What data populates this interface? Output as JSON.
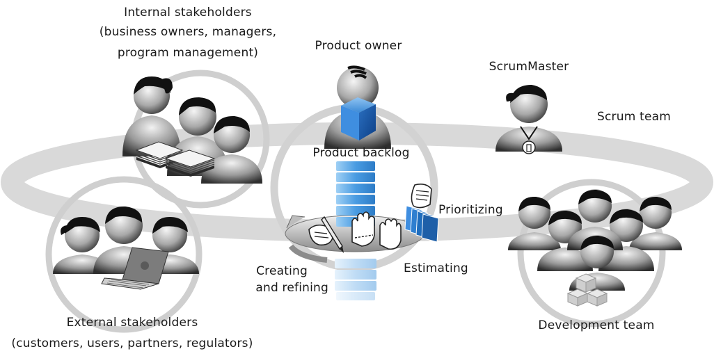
{
  "labels": {
    "internal_title": "Internal stakeholders",
    "internal_sub1": "(business owners, managers,",
    "internal_sub2": "program management)",
    "product_owner": "Product owner",
    "scrum_master": "ScrumMaster",
    "scrum_team": "Scrum team",
    "product_backlog": "Product backlog",
    "prioritizing": "Prioritizing",
    "creating_1": "Creating",
    "creating_2": "and refining",
    "estimating": "Estimating",
    "external_title": "External stakeholders",
    "external_sub": "(customers, users, partners, regulators)",
    "development_team": "Development team"
  },
  "icons": {
    "stakeholder_person": "person-icon",
    "document_stack": "document-stack-icon",
    "laptop": "laptop-icon",
    "product_cube": "cube-icon",
    "whistle": "whistle-icon",
    "hand": "hand-icon",
    "pencil": "pencil-icon",
    "cards": "cards-icon",
    "backlog_tower": "backlog-tower-icon",
    "boxes": "boxes-icon"
  },
  "colors": {
    "ring": "#d9d9d9",
    "ring_dark": "#c4c4c4",
    "person_light": "#e4e4e4",
    "person_dark": "#3a3a3a",
    "hair": "#111111",
    "cube": "#2a7bd0",
    "backlog": "#5aa7e6",
    "text": "#1a1a1a"
  }
}
